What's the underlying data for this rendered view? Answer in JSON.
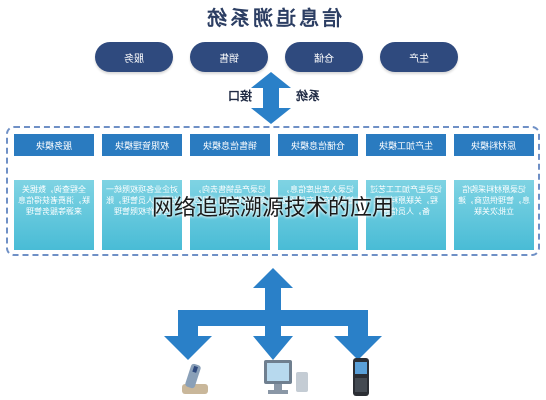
{
  "diagram": {
    "title": "信息追溯系统",
    "top_boxes": [
      "服务",
      "销售",
      "仓储",
      "生产"
    ],
    "interface_label_left": "接口",
    "interface_label_right": "系统",
    "modules": [
      {
        "head": "服务模块",
        "body": "全程查询，数据关联，消费者获得信息来源等服务管理"
      },
      {
        "head": "权限管理模块",
        "body": "对企业各项权限统一分配，人员管理，账号合作权限管理"
      },
      {
        "head": "销售信息模块",
        "body": "记录产品销售去向，跟踪销售流向，召回产品"
      },
      {
        "head": "仓储信息模块",
        "body": "记录入库出库信息，管理库存，存储环境"
      },
      {
        "head": "生产加工模块",
        "body": "记录生产加工工艺过程，关联原料，设备，人员信息"
      },
      {
        "head": "原材料模块",
        "body": "记录原材料采购信息，管理供应商，建立批次关联"
      }
    ],
    "overlay_caption": "网络追踪溯源技术的应用",
    "devices": [
      "scanner-device",
      "desktop-computer",
      "mobile-phone"
    ]
  },
  "colors": {
    "dark_blue": "#2f4a7e",
    "module_head": "#2a7bc0",
    "module_body": "#49bcd6",
    "arrow": "#2a80c8",
    "dashed_border": "#6f90c6"
  }
}
